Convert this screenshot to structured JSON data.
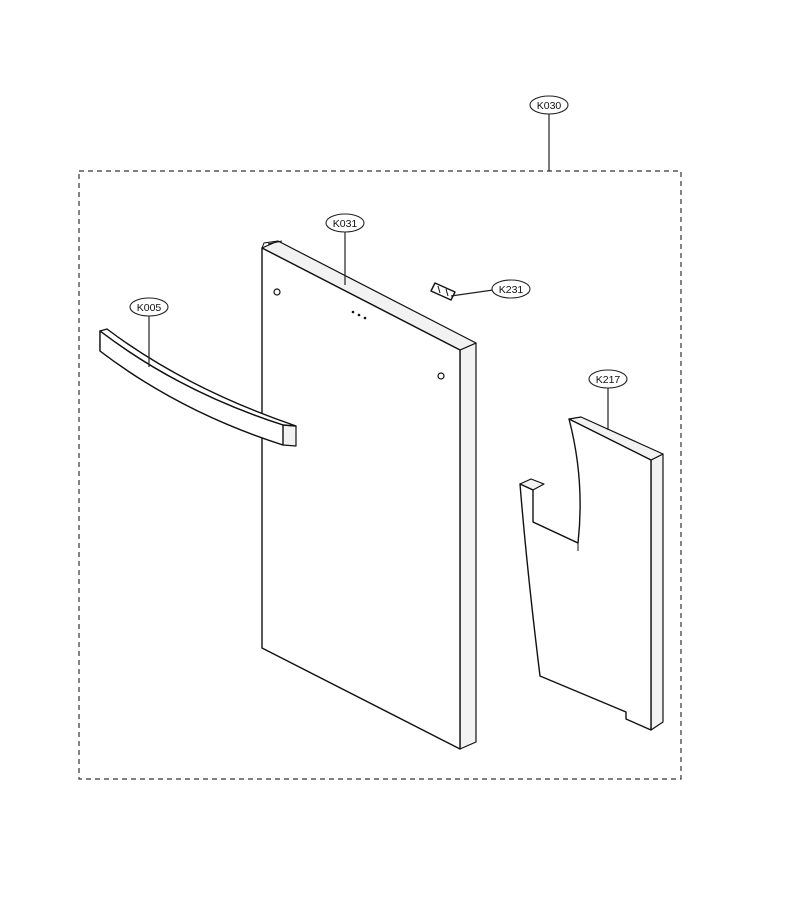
{
  "callouts": {
    "assembly": "K030",
    "door_panel": "K031",
    "handle": "K005",
    "bracket": "K231",
    "insulation": "K217"
  }
}
